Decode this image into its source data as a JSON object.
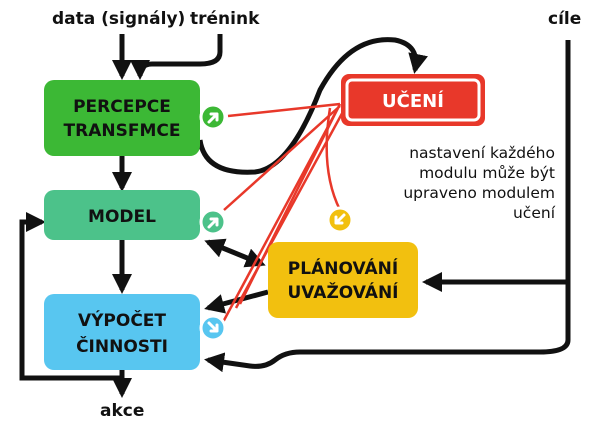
{
  "inputs": {
    "data_label": "data (signály)",
    "training_label": "trénink",
    "goals_label": "cíle"
  },
  "output": {
    "action_label": "akce"
  },
  "modules": {
    "perception": {
      "line1": "PERCEPCE",
      "line2": "TRANSFMCE",
      "color": "#3cb835"
    },
    "learning": {
      "label": "UČENÍ",
      "color": "#e8382a"
    },
    "model": {
      "label": "MODEL",
      "color": "#4cc28a"
    },
    "planning": {
      "line1": "PLÁNOVÁNÍ",
      "line2": "UVAŽOVÁNÍ",
      "color": "#f2c00f"
    },
    "action": {
      "line1": "VÝPOČET",
      "line2": "ČINNOSTI",
      "color": "#58c6f0"
    }
  },
  "note": {
    "lines": [
      "nastavení každého",
      "modulu může být",
      "upraveno modulem",
      "učení"
    ]
  },
  "colors": {
    "arrow": "#111111",
    "learning_link": "#e8382a"
  },
  "icons": [
    "update-arrow-icon"
  ]
}
